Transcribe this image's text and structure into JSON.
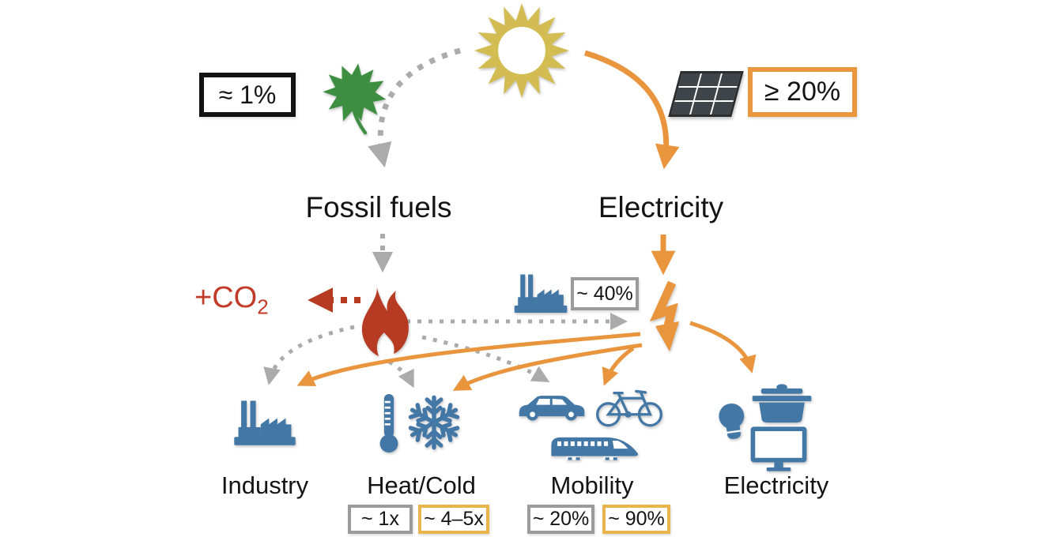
{
  "diagram": {
    "source": {
      "photosynthesis_badge": "≈ 1%",
      "photovoltaics_badge": "≥ 20%"
    },
    "nodes": {
      "fossil_fuels": "Fossil fuels",
      "electricity": "Electricity",
      "co2_prefix": "+CO",
      "co2_subscript": "2",
      "power_plant_badge": "~ 40%"
    },
    "end_uses": {
      "industry": {
        "label": "Industry"
      },
      "heat_cold": {
        "label": "Heat/Cold",
        "fossil_factor": "~ 1x",
        "electric_factor": "~ 4–5x"
      },
      "mobility": {
        "label": "Mobility",
        "fossil_efficiency": "~ 20%",
        "electric_efficiency": "~ 90%"
      },
      "electricity": {
        "label": "Electricity"
      }
    },
    "icons": {
      "sun": "sun-icon",
      "leaf": "leaf-icon",
      "solar_panel": "solar-panel-icon",
      "fire": "fire-icon",
      "power_plant": "power-plant-icon",
      "lightning": "lightning-bolt-icon",
      "industry": "factory-icon",
      "thermometer": "thermometer-icon",
      "snowflake": "snowflake-icon",
      "car": "car-icon",
      "bicycle": "bicycle-icon",
      "train": "train-icon",
      "lightbulb": "lightbulb-icon",
      "cooking_pot": "cooking-pot-icon",
      "monitor": "monitor-icon"
    },
    "colors": {
      "electric_path_orange": "#E8953E",
      "fossil_path_gray": "#ABABAB",
      "co2_red": "#B63B22",
      "end_use_blue": "#4377A6",
      "leaf_green": "#3E8E41",
      "sun_yellow": "#D3BC51",
      "panel_dark": "#3F4448",
      "highlight_gold": "#E9B44C",
      "text_black": "#141414"
    }
  }
}
